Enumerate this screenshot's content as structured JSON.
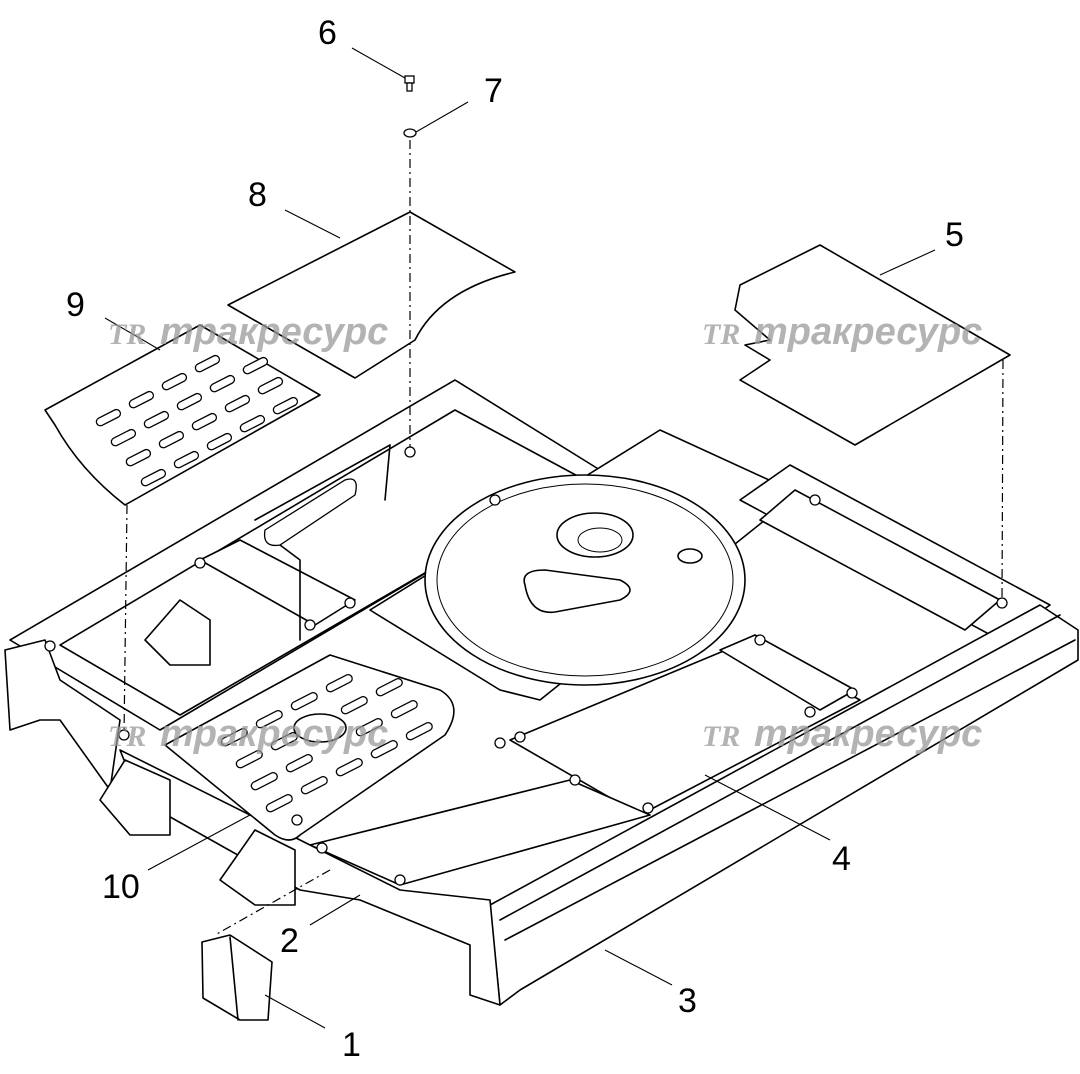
{
  "callouts": [
    {
      "id": "c1",
      "text": "1"
    },
    {
      "id": "c2",
      "text": "2"
    },
    {
      "id": "c3",
      "text": "3"
    },
    {
      "id": "c4",
      "text": "4"
    },
    {
      "id": "c5",
      "text": "5"
    },
    {
      "id": "c6",
      "text": "6"
    },
    {
      "id": "c7",
      "text": "7"
    },
    {
      "id": "c8",
      "text": "8"
    },
    {
      "id": "c9",
      "text": "9"
    },
    {
      "id": "c10",
      "text": "10"
    }
  ],
  "watermark": {
    "logo": "TR",
    "text": "тракресурс",
    "color": "#9a9a9a"
  }
}
